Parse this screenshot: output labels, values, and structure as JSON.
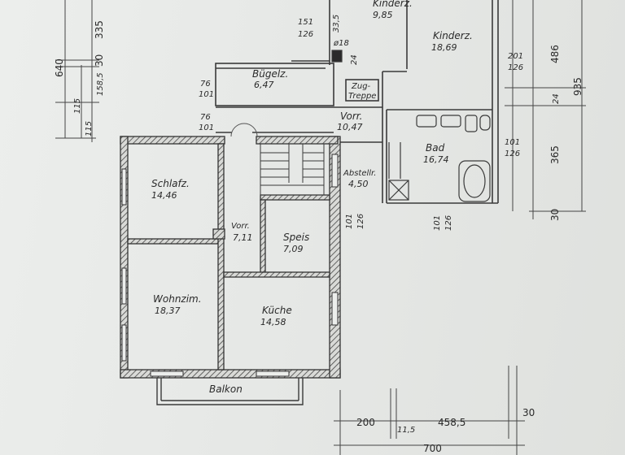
{
  "rooms": {
    "kinderz_top": {
      "name": "Kinderz.",
      "area": "9,85"
    },
    "kinderz_right": {
      "name": "Kinderz.",
      "area": "18,69"
    },
    "buegelz": {
      "name": "Bügelz.",
      "area": "6,47"
    },
    "vorr_upper": {
      "name": "Vorr.",
      "area": "10,47"
    },
    "bad": {
      "name": "Bad",
      "area": "16,74"
    },
    "abstellr": {
      "name": "Abstellr.",
      "area": "4,50"
    },
    "zugtreppe": {
      "name": "Zug-",
      "name2": "Treppe"
    },
    "schlafz": {
      "name": "Schlafz.",
      "area": "14,46"
    },
    "vorr_lower": {
      "name": "Vorr.",
      "area": "7,11"
    },
    "speis": {
      "name": "Speis",
      "area": "7,09"
    },
    "wohnzim": {
      "name": "Wohnzim.",
      "area": "18,37"
    },
    "kueche": {
      "name": "Küche",
      "area": "14,58"
    },
    "balkon": {
      "name": "Balkon"
    }
  },
  "dims_left": {
    "d640": "640",
    "d335": "335",
    "d30": "30",
    "d1585": "158,5",
    "d115": "115",
    "d115b": "115"
  },
  "dims_right": {
    "d486": "486",
    "d935": "935",
    "d24": "24",
    "d365": "365",
    "d30": "30"
  },
  "dims_bottom": {
    "d200": "200",
    "d115": "11,5",
    "d4585": "458,5",
    "d30": "30",
    "d700": "700"
  },
  "openings": {
    "o151": "151",
    "o126a": "126",
    "o335": "33,5",
    "o18": "ø18",
    "o24": "24",
    "o201": "201",
    "o126b": "126",
    "o76a": "76",
    "o101a": "101",
    "o76b": "76",
    "o101b": "101",
    "o101c": "101",
    "o126c": "126",
    "o101d": "101",
    "o126d": "126",
    "o101e": "101",
    "o126e": "126"
  }
}
